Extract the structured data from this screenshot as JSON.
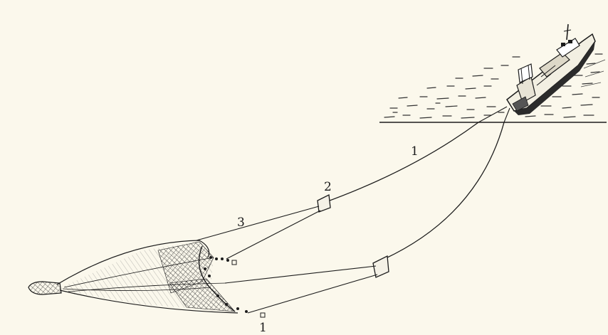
{
  "diagram": {
    "labels": {
      "warp_upper": "1",
      "otter_board": "2",
      "bridle": "3",
      "warp_lower": "1"
    },
    "colors": {
      "background": "#fbf8ec",
      "ink": "#1c1c1c",
      "net_shade": "#8a8a8a"
    }
  }
}
